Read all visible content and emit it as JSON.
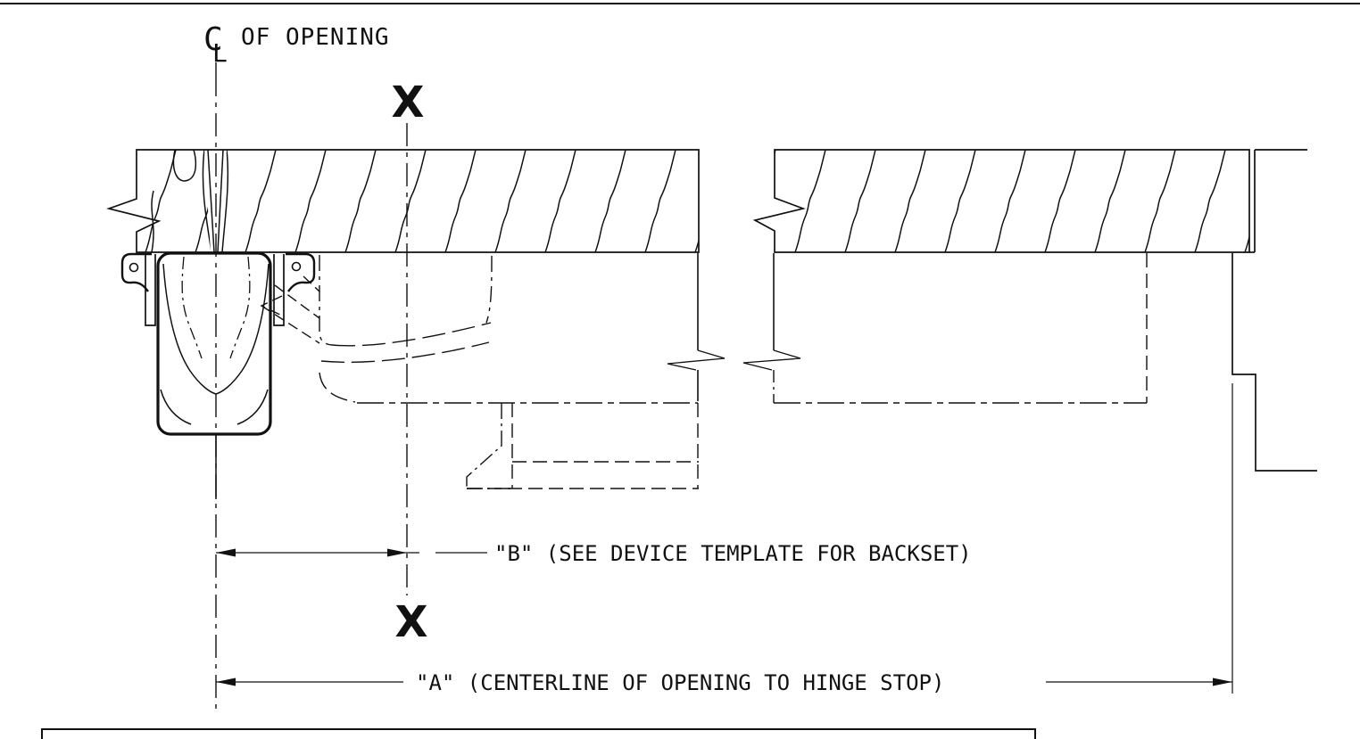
{
  "meta": {
    "background_color": "#ffffff",
    "line_color": "#111111",
    "drawing_type": "door hardware installation template section"
  },
  "labels": {
    "centerline_c": "C",
    "centerline_l": "L",
    "centerline_note": "OF OPENING",
    "section_marker_top": "X",
    "section_marker_bottom": "X",
    "dim_b": "\"B\" (SEE DEVICE TEMPLATE FOR BACKSET)",
    "dim_a": "\"A\" (CENTERLINE OF OPENING TO HINGE STOP)"
  }
}
